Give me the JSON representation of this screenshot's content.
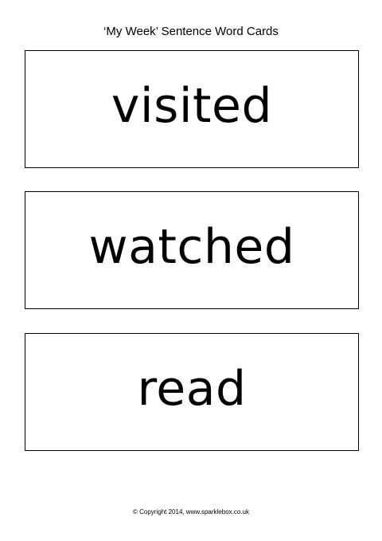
{
  "title": "‘My Week’ Sentence Word Cards",
  "cards": [
    {
      "word": "visited"
    },
    {
      "word": "watched"
    },
    {
      "word": "read"
    }
  ],
  "footer": "© Copyright 2014, www.sparklebox.co.uk"
}
